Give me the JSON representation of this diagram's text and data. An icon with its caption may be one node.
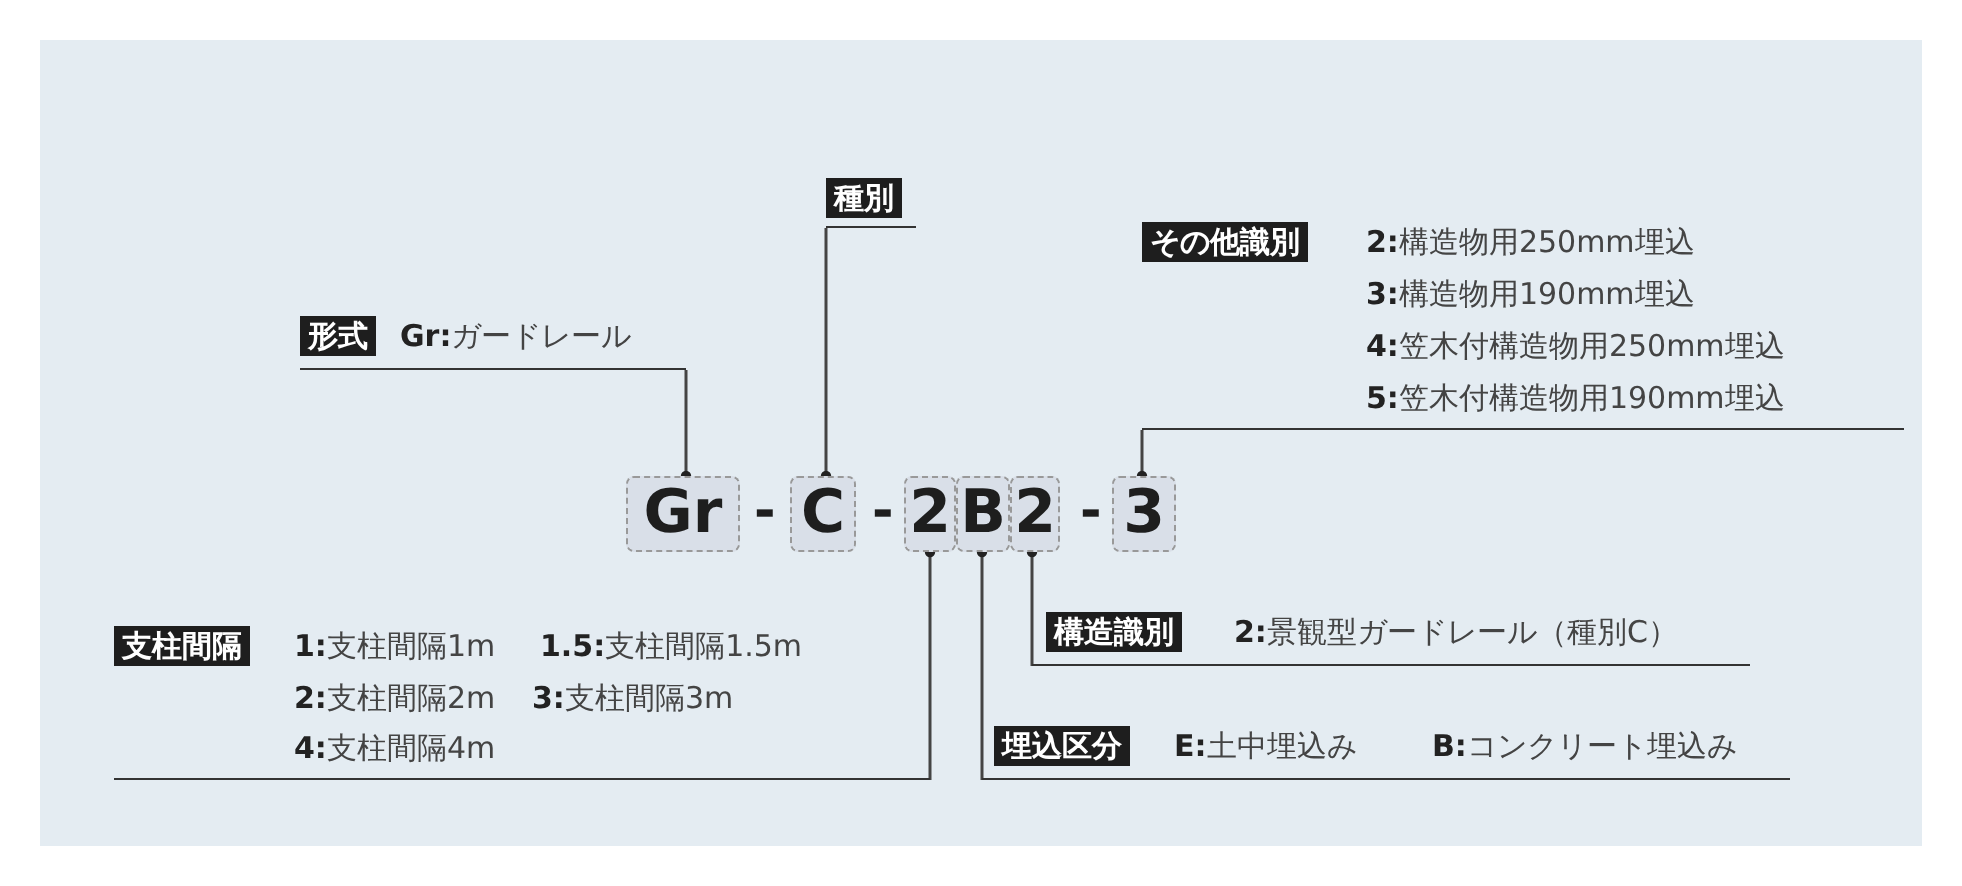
{
  "diagram": {
    "nodes": [
      {
        "text": [
          "形式",
          "**Gr:**ガードレール"
        ]
      },
      {
        "text": [
          "種別"
        ]
      },
      {
        "text": [
          "その他識別",
          "**2:**構造物用250mm埋込",
          "**3:**構造物用190mm埋込",
          "**4:**笠木付構造物用250mm埋込",
          "**5:**笠木付構造物用190mm埋込"
        ]
      },
      {
        "text": [
          "Gr"
        ]
      },
      {
        "text": [
          "C"
        ]
      },
      {
        "text": [
          "2"
        ]
      },
      {
        "text": [
          "B"
        ]
      },
      {
        "text": [
          "2"
        ]
      },
      {
        "text": [
          "3"
        ]
      },
      {
        "text": [
          "支柱間隔",
          "**1:**支柱間隔1m",
          "**1.5:**支柱間隔1.5m",
          "**2:**支柱間隔2m",
          "**3:**支柱間隔3m",
          "**4:**支柱間隔4m"
        ]
      },
      {
        "text": [
          "構造識別",
          "**2:**景観型ガードレール（種別C）"
        ]
      },
      {
        "text": [
          "埋込区分",
          "**E:**土中埋込み",
          "**B:**コンクリート埋込み"
        ]
      }
    ],
    "edges": [
      {
        "from": 0,
        "to": 3,
        "arrow": "other"
      },
      {
        "from": 1,
        "to": 4,
        "arrow": "other"
      },
      {
        "from": 2,
        "to": 8,
        "arrow": "other"
      },
      {
        "from": 9,
        "to": 5,
        "arrow": "other"
      },
      {
        "from": 11,
        "to": 6,
        "arrow": "other"
      },
      {
        "from": 10,
        "to": 7,
        "arrow": "other"
      }
    ],
    "labels": [
      "-",
      "-",
      "-"
    ]
  }
}
